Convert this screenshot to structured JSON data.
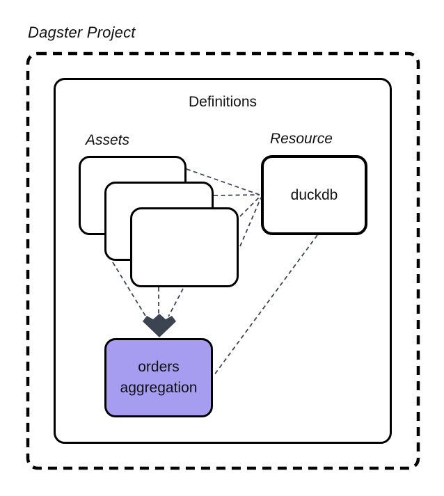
{
  "diagram": {
    "title": "Dagster Project",
    "container_label": "Definitions",
    "assets_label": "Assets",
    "resource_label": "Resource",
    "duckdb_label": "duckdb",
    "orders_label": "orders aggregation",
    "colors": {
      "background": "#ffffff",
      "box_border": "#000000",
      "orders_node_fill": "#a69df0",
      "connector": "#3d4451",
      "arrowhead": "#3d4451",
      "text": "#111111"
    }
  }
}
